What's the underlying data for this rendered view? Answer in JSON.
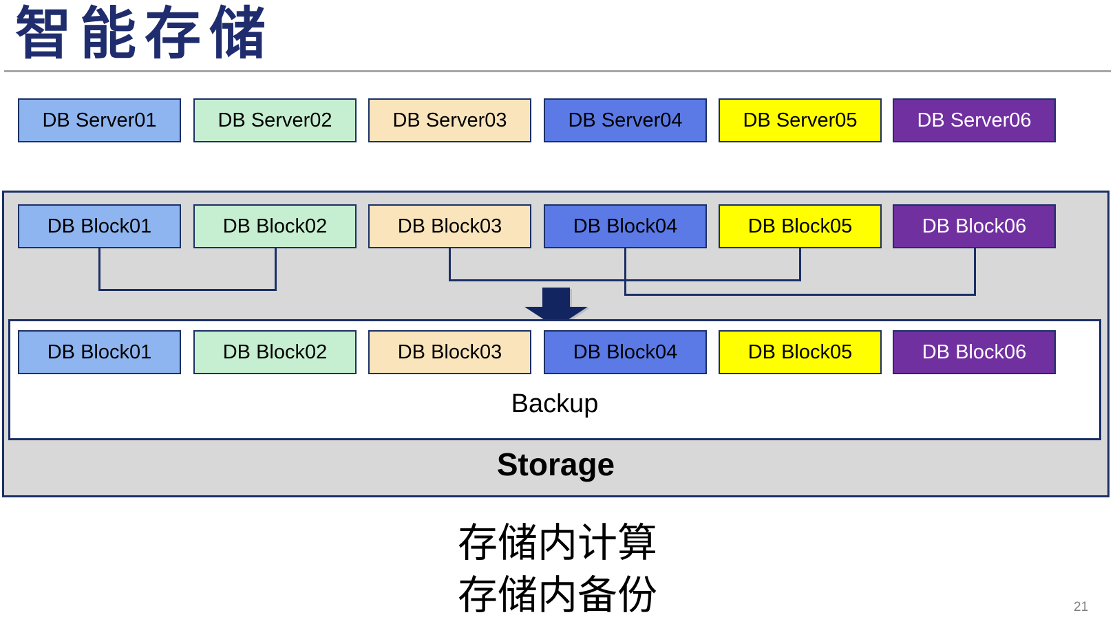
{
  "title": "智能存储",
  "page_number": "21",
  "captions": {
    "line1": "存储内计算",
    "line2": "存储内备份"
  },
  "server_row": [
    {
      "label": "DB Server01",
      "fill": "#8FB5F0",
      "text_color": "#000000"
    },
    {
      "label": "DB Server02",
      "fill": "#C6EFD1",
      "text_color": "#000000"
    },
    {
      "label": "DB Server03",
      "fill": "#F9E4BC",
      "text_color": "#000000"
    },
    {
      "label": "DB Server04",
      "fill": "#5B7AE6",
      "text_color": "#000000"
    },
    {
      "label": "DB Server05",
      "fill": "#FFFF00",
      "text_color": "#000000"
    },
    {
      "label": "DB Server06",
      "fill": "#7030A0",
      "text_color": "#FFFFFF"
    }
  ],
  "storage_unit": {
    "block_row_top": [
      {
        "label": "DB Block01",
        "fill": "#8FB5F0",
        "text_color": "#000000"
      },
      {
        "label": "DB Block02",
        "fill": "#C6EFD1",
        "text_color": "#000000"
      },
      {
        "label": "DB Block03",
        "fill": "#F9E4BC",
        "text_color": "#000000"
      },
      {
        "label": "DB Block04",
        "fill": "#5B7AE6",
        "text_color": "#000000"
      },
      {
        "label": "DB Block05",
        "fill": "#FFFF00",
        "text_color": "#000000"
      },
      {
        "label": "DB Block06",
        "fill": "#7030A0",
        "text_color": "#FFFFFF"
      }
    ],
    "block_row_bottom": [
      {
        "label": "DB Block01",
        "fill": "#8FB5F0",
        "text_color": "#000000"
      },
      {
        "label": "DB Block02",
        "fill": "#C6EFD1",
        "text_color": "#000000"
      },
      {
        "label": "DB Block03",
        "fill": "#F9E4BC",
        "text_color": "#000000"
      },
      {
        "label": "DB Block04",
        "fill": "#5B7AE6",
        "text_color": "#000000"
      },
      {
        "label": "DB Block05",
        "fill": "#FFFF00",
        "text_color": "#000000"
      },
      {
        "label": "DB Block06",
        "fill": "#7030A0",
        "text_color": "#FFFFFF"
      }
    ],
    "backup_label": "Backup",
    "storage_label": "Storage",
    "connections": [
      {
        "from": "DB Block01",
        "to": "DB Block02"
      },
      {
        "from": "DB Block03",
        "to": "DB Block05"
      },
      {
        "from": "DB Block04",
        "to": "DB Block06"
      }
    ]
  },
  "icons": {
    "down_arrow_icon": "filled block arrow pointing down"
  },
  "colors": {
    "title_navy": "#1F2C6D",
    "border_navy": "#1B2F66",
    "arrow_navy": "#132560",
    "container_gray": "#D8D8D8",
    "title_rule_gray": "#A6A6A6",
    "page_number_gray": "#7F7F7F"
  }
}
